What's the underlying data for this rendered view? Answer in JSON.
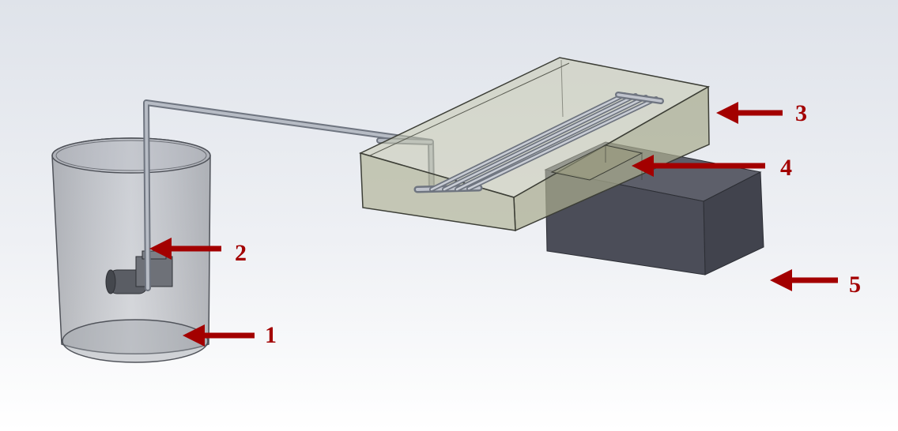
{
  "callouts": [
    {
      "id": "1",
      "label": "1",
      "component": "reservoir-cylinder"
    },
    {
      "id": "2",
      "label": "2",
      "component": "pump"
    },
    {
      "id": "3",
      "label": "3",
      "component": "tray"
    },
    {
      "id": "4",
      "label": "4",
      "component": "inner-box"
    },
    {
      "id": "5",
      "label": "5",
      "component": "collection-box"
    }
  ],
  "colors": {
    "arrow": "#a30000",
    "background_top": "#dfe3ea",
    "background_bottom": "#ffffff",
    "tank": "#7c7f86",
    "tray_fill": "#b4b79d",
    "box_fill": "#4b4d58",
    "pipe": "#9aa0aa"
  }
}
